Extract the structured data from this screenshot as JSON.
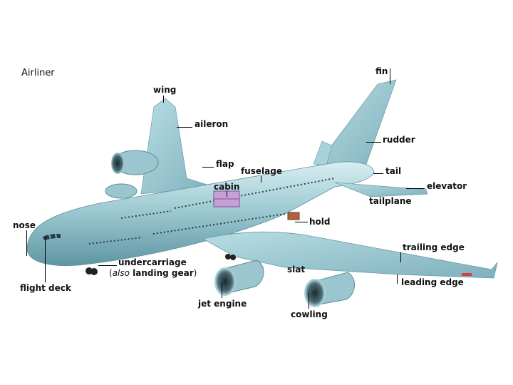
{
  "title": "Airliner",
  "labels": {
    "fin": "fin",
    "wing": "wing",
    "aileron": "aileron",
    "rudder": "rudder",
    "flap": "flap",
    "fuselage": "fuselage",
    "cabin": "cabin",
    "tail": "tail",
    "elevator": "elevator",
    "tailplane": "tailplane",
    "nose": "nose",
    "hold": "hold",
    "trailing_edge": "trailing edge",
    "undercarriage": "undercarriage",
    "also_open": "(",
    "also": "also",
    "landing_gear": "landing gear",
    "also_close": ")",
    "slat": "slat",
    "leading_edge": "leading edge",
    "flight_deck": "flight deck",
    "jet_engine": "jet engine",
    "cowling": "cowling"
  }
}
